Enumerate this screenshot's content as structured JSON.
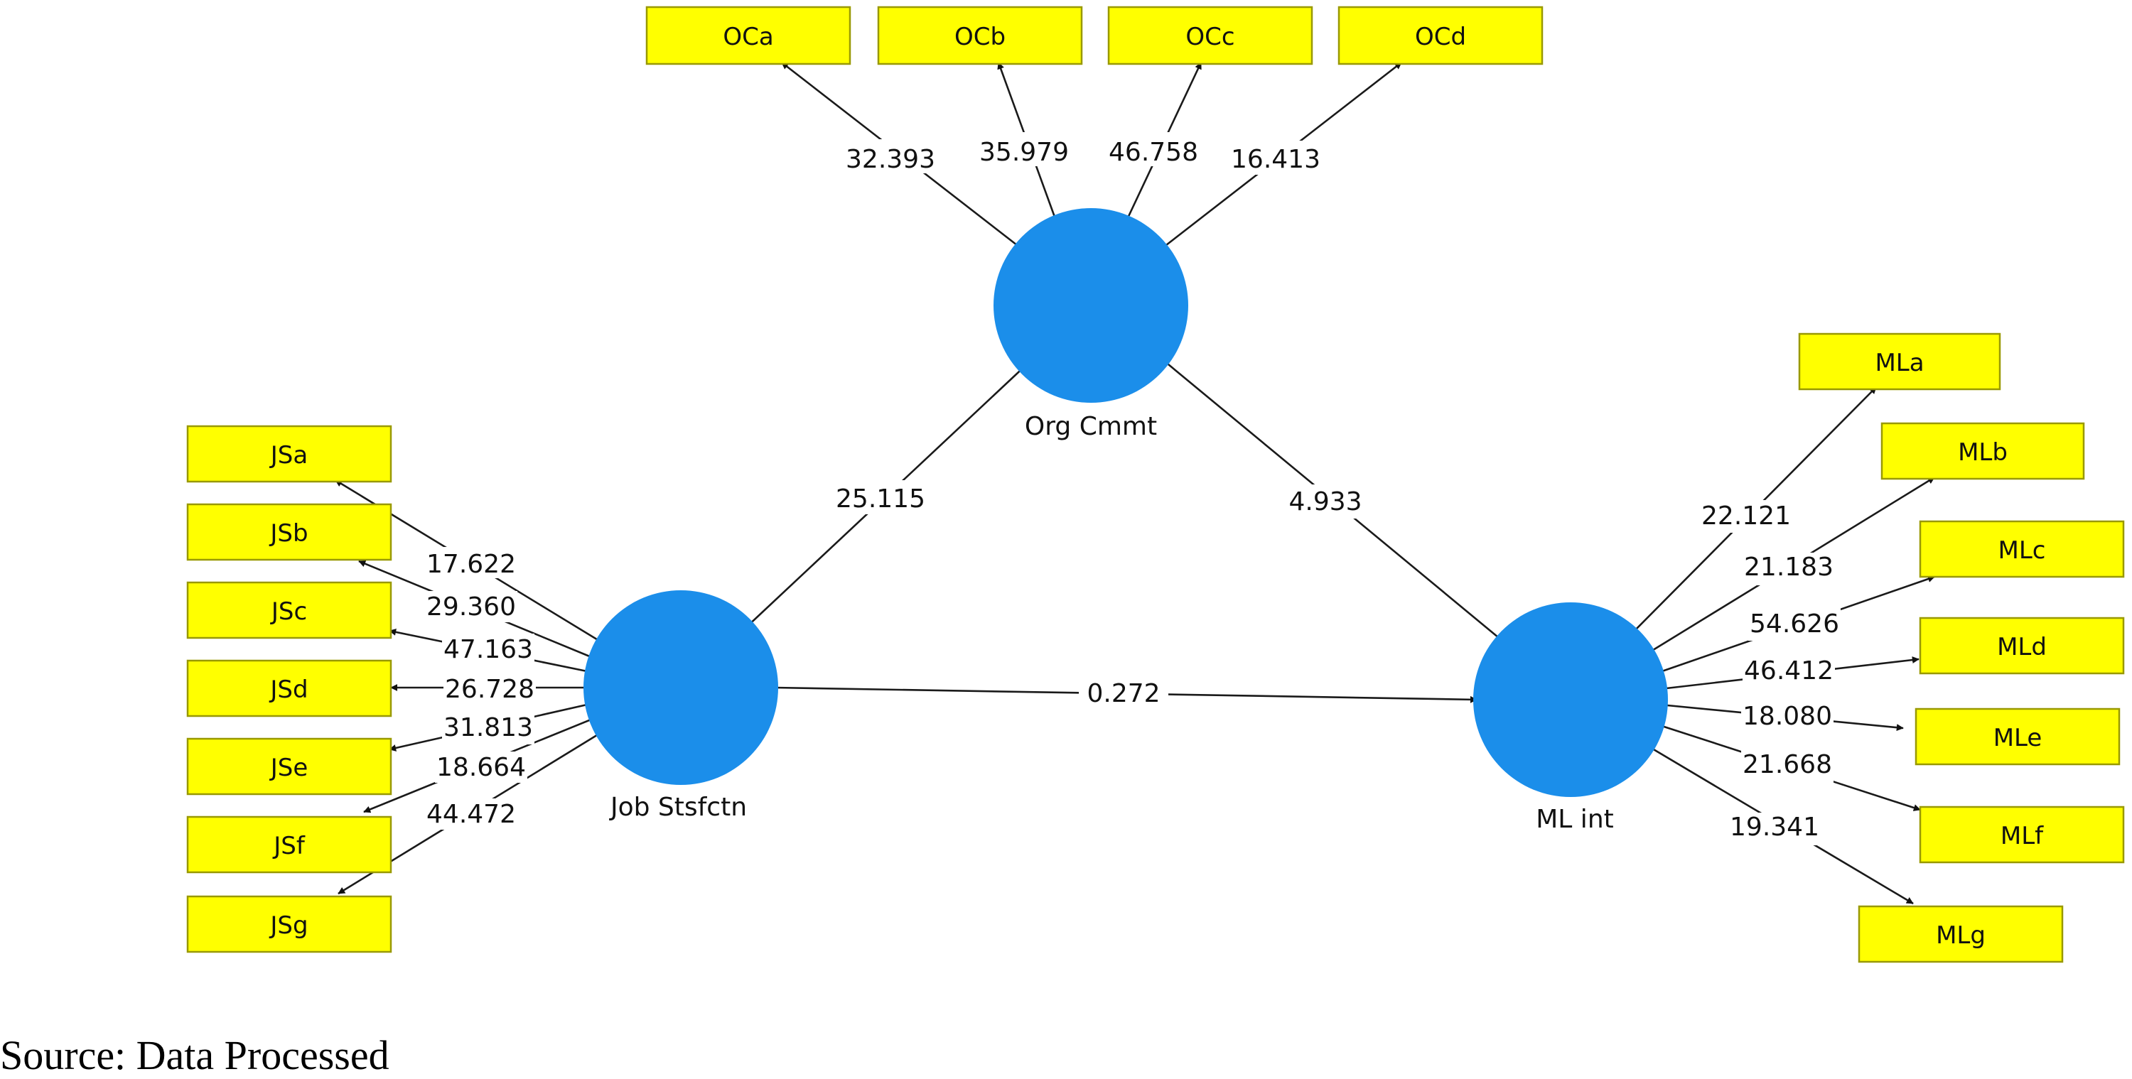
{
  "constructs": {
    "job": "Job Stsfctn",
    "org": "Org Cmmt",
    "ml": "ML int"
  },
  "indicators": {
    "org": [
      "OCa",
      "OCb",
      "OCc",
      "OCd"
    ],
    "job": [
      "JSa",
      "JSb",
      "JSc",
      "JSd",
      "JSe",
      "JSf",
      "JSg"
    ],
    "ml": [
      "MLa",
      "MLb",
      "MLc",
      "MLd",
      "MLe",
      "MLf",
      "MLg"
    ]
  },
  "path_values": {
    "job_to_org": "25.115",
    "org_to_ml": "4.933",
    "job_to_ml": "0.272"
  },
  "loadings": {
    "org": [
      "32.393",
      "35.979",
      "46.758",
      "16.413"
    ],
    "job": [
      "17.622",
      "29.360",
      "47.163",
      "26.728",
      "31.813",
      "18.664",
      "44.472"
    ],
    "ml": [
      "22.121",
      "21.183",
      "54.626",
      "46.412",
      "18.080",
      "21.668",
      "19.341"
    ]
  },
  "colors": {
    "indicator_fill": "#ffff00",
    "construct_fill": "#1b8eea"
  },
  "source_note": "Source: Data Processed"
}
